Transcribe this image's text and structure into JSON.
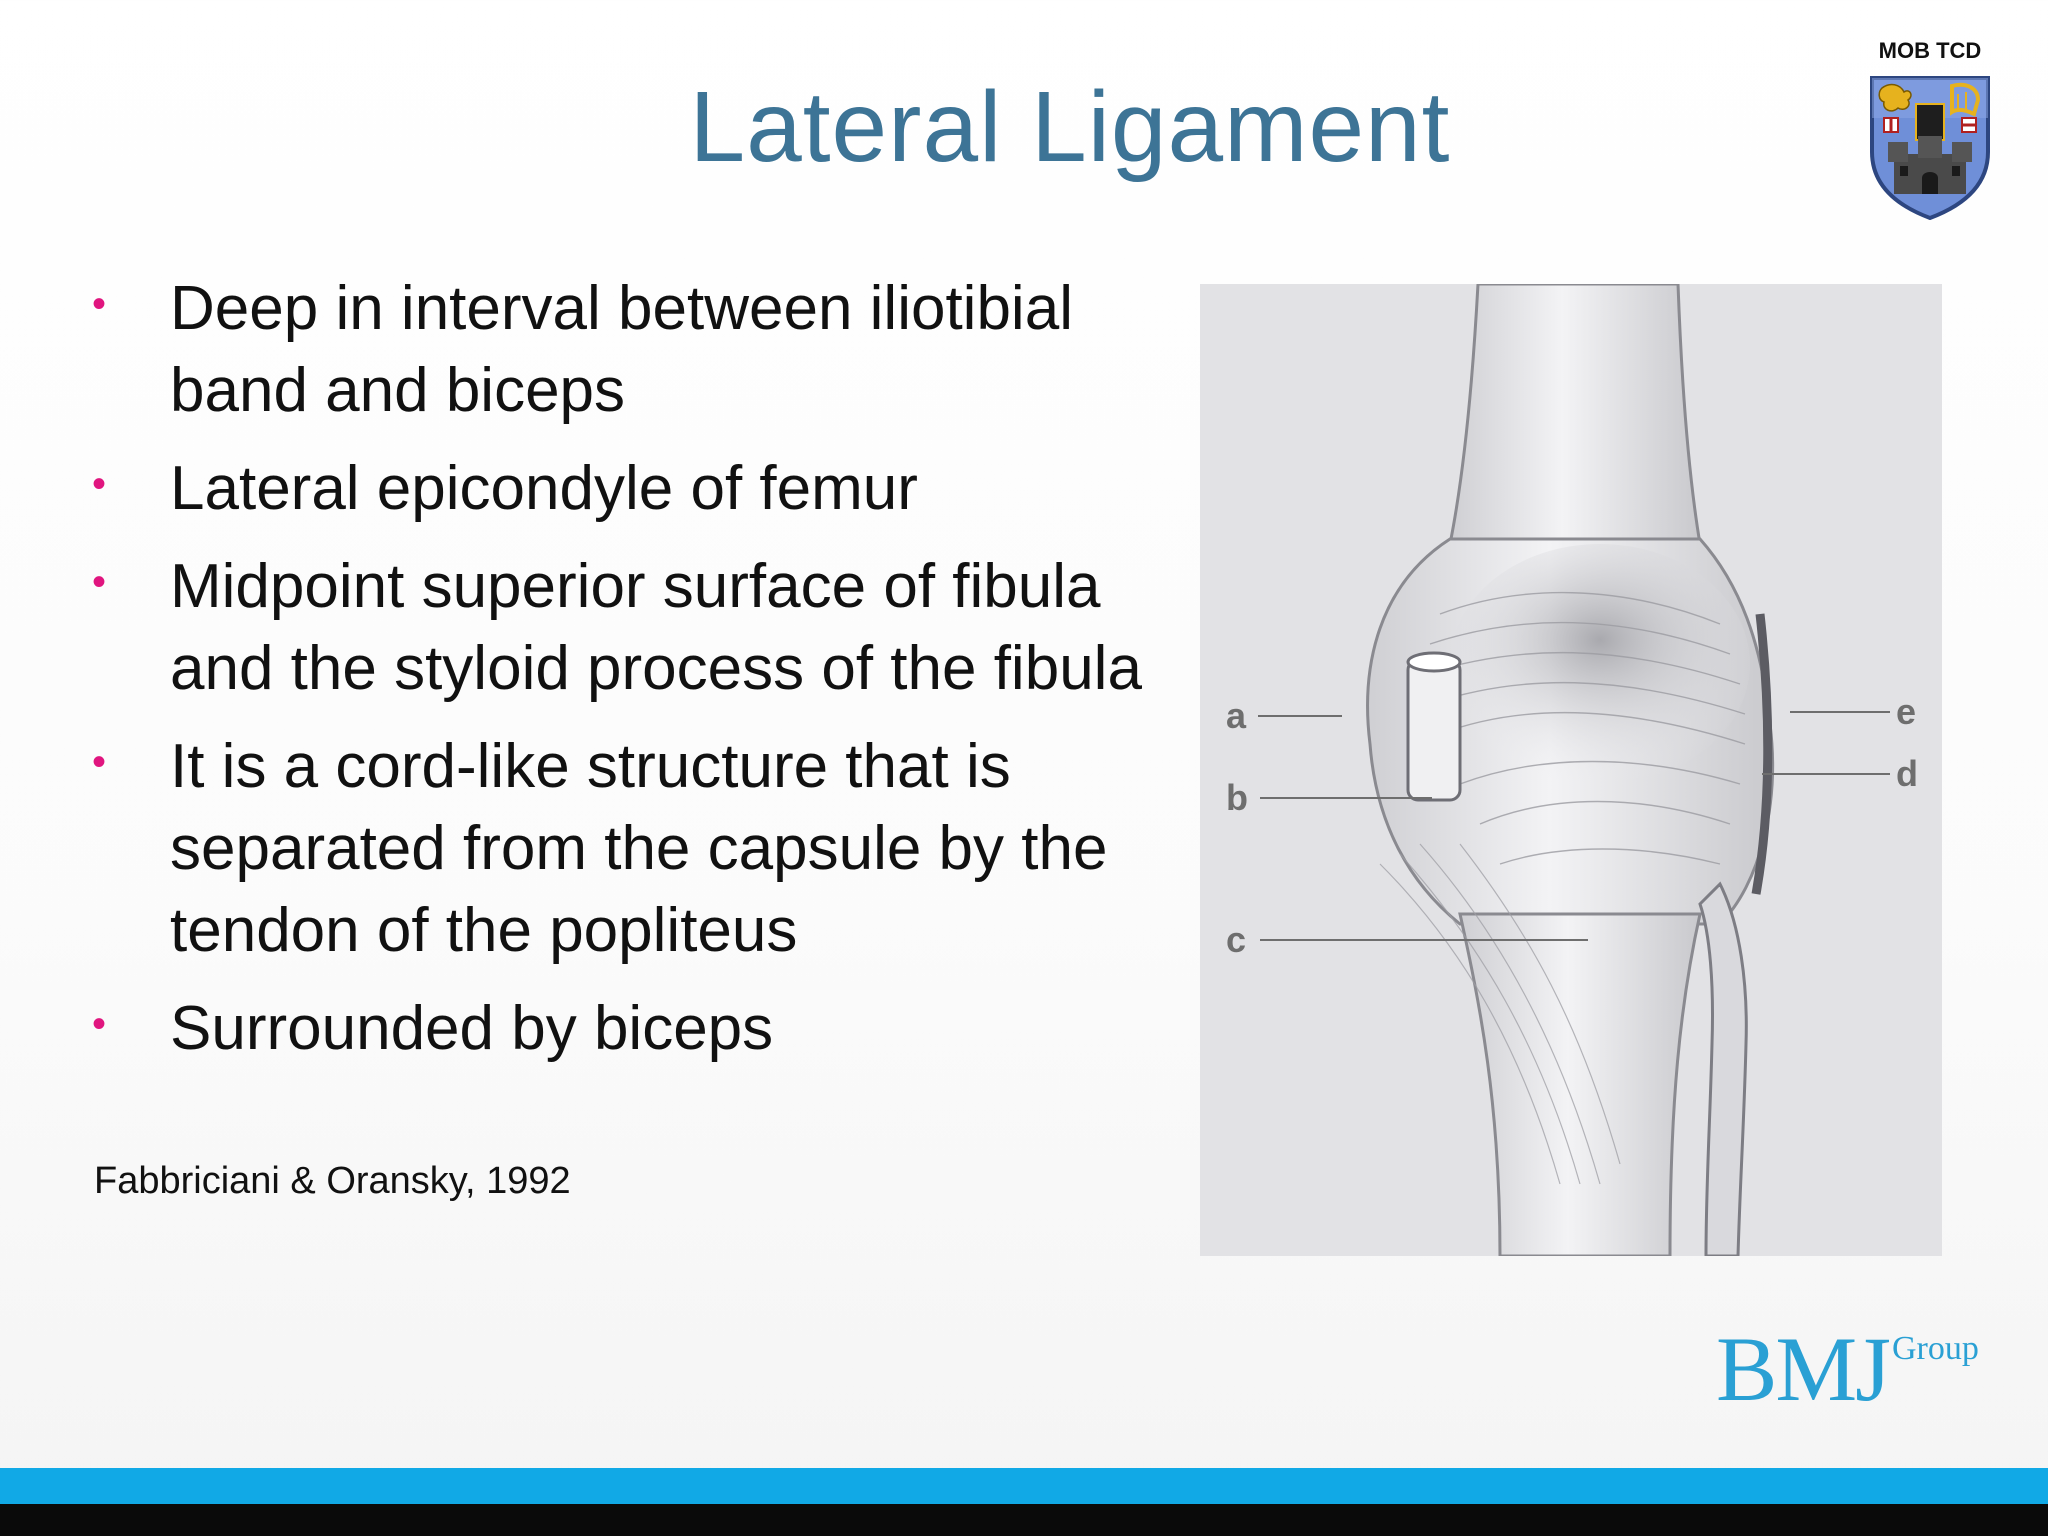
{
  "header": {
    "org_label": "MOB TCD",
    "title": "Lateral Ligament"
  },
  "bullets": [
    {
      "text": "Deep in interval between iliotibial band and biceps"
    },
    {
      "text": "Lateral epicondyle of femur"
    },
    {
      "text": "Midpoint superior surface of fibula and the styloid process of the fibula"
    },
    {
      "text": "It is a cord-like structure that is separated from the capsule by the tendon of the popliteus"
    },
    {
      "text": "Surrounded by biceps"
    }
  ],
  "bullet_marker": "•",
  "citation": "Fabbriciani & Oransky, 1992",
  "figure": {
    "labels": {
      "a": "a",
      "b": "b",
      "c": "c",
      "d": "d",
      "e": "e"
    }
  },
  "logo": {
    "main": "BMJ",
    "suffix": "Group"
  },
  "colors": {
    "title": "#3d7496",
    "bullet": "#e0157f",
    "footer_blue": "#11a9e6",
    "footer_black": "#0a0a0a",
    "logo": "#2aa0d4"
  }
}
